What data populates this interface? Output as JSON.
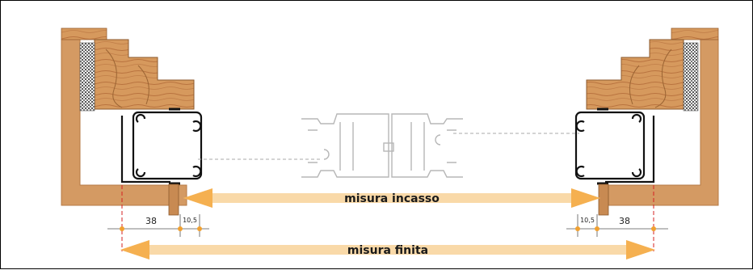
{
  "labels": {
    "misura_incasso": "misura incasso",
    "misura_finita": "misura finita"
  },
  "dimensions": {
    "left_profile": "38",
    "left_gap": "10,5",
    "right_gap": "10,5",
    "right_profile": "38"
  },
  "colors": {
    "wall": "#d49a63",
    "wood": "#c88a52",
    "wood_grain": "#a8683a",
    "arrow": "#f9d9a8",
    "arrow_dark": "#f0a02a",
    "dot": "#f0a030",
    "guide": "#d62020",
    "profile_ghost": "#b7b7b7"
  }
}
